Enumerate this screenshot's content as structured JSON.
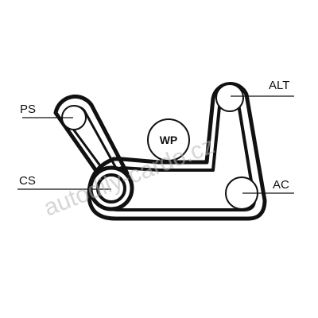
{
  "labels": {
    "ps": "PS",
    "cs": "CS",
    "wp": "WP",
    "alt": "ALT",
    "ac": "AC"
  },
  "watermark": "autodily-cardo.cz",
  "colors": {
    "line": "#111111",
    "watermark": "#b5b5b5"
  }
}
